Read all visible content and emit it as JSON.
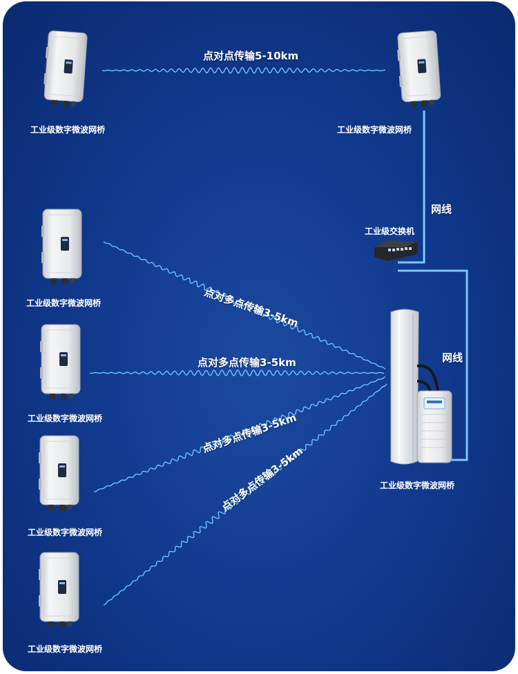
{
  "colors": {
    "background": "#10378a",
    "link": "#6ec3ff",
    "device_body": "#eef0f2",
    "text": "#ffffff"
  },
  "device_label": "工业级数字微波网桥",
  "links": {
    "ptp": "点对点传输5-10km",
    "ptmp": "点对多点传输3-5km"
  },
  "cable_label": "网线",
  "switch_label": "工业级交换机",
  "icons": {
    "bridge": "outdoor-bridge-icon",
    "switch": "network-switch-icon",
    "sector_antenna": "sector-antenna-icon"
  }
}
